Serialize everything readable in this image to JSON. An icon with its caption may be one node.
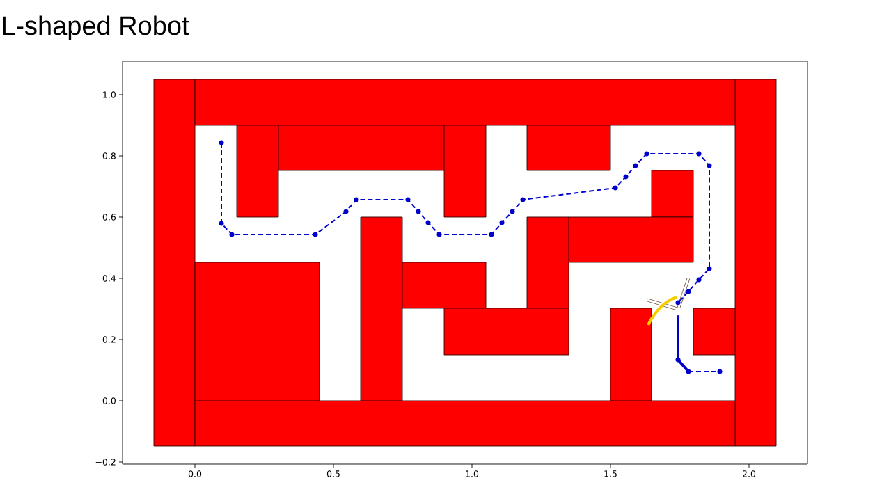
{
  "diagram": {
    "title": "L-shaped Robot",
    "labels": [
      "1.0",
      "0.8",
      "0.6",
      "0.4",
      "0.2",
      "0.0",
      "−0.2",
      "0.0",
      "0.5",
      "1.0",
      "1.5",
      "2.0"
    ]
  }
}
